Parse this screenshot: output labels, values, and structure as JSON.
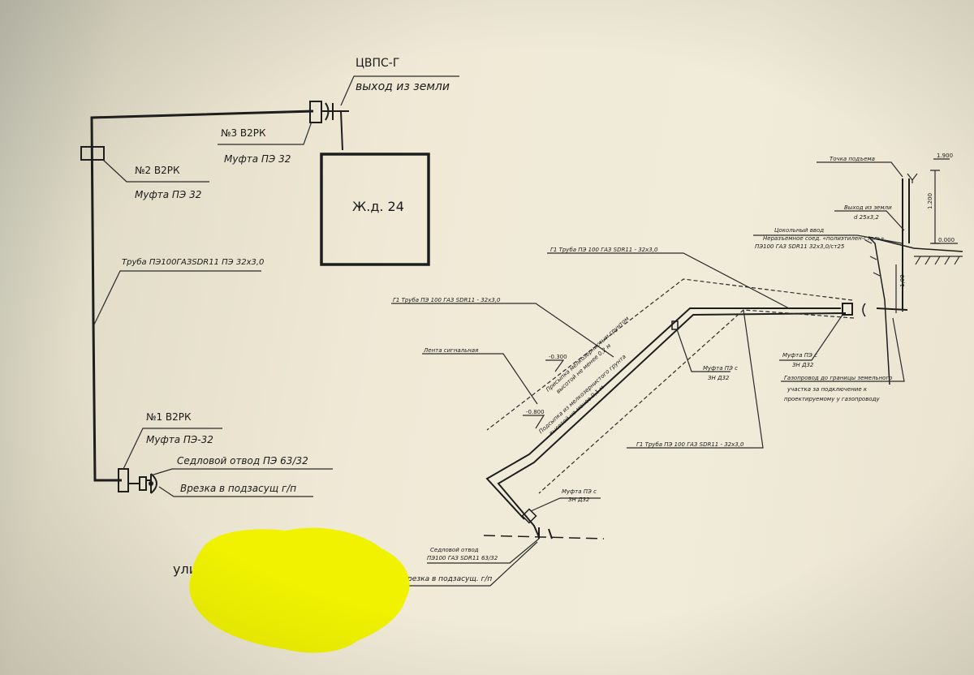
{
  "left_scheme": {
    "cvps_title": "ЦВПС-Г",
    "cvps_sub": "выход из земли",
    "joint3_title": "№3 В2РК",
    "joint3_sub": "Муфта ПЭ 32",
    "joint2_title": "№2 В2РК",
    "joint2_sub": "Муфта ПЭ 32",
    "house_label": "Ж.д. 24",
    "pipe_label": "Труба ПЭ100ГАЗSDR11 ПЭ 32х3,0",
    "joint1_title": "№1 В2РК",
    "joint1_sub": "Муфта ПЭ-32",
    "saddle_label": "Седловой отвод ПЭ 63/32",
    "tap_label": "Врезка в подзасущ г/п",
    "street_label": "ули"
  },
  "right_scheme": {
    "lift_point": "Точка подъема",
    "elev_top": "1.900",
    "ground_exit": "Выход из земли",
    "ground_exit_sub": "d 25х3,2",
    "insert_title": "Неразъемное соед. «полиэтилен-сталь»",
    "insert_sub": "ПЭ100 ГАЗ SDR11 32х3,0/ст25",
    "insert_head": "Цокольный ввод",
    "vdim": "1.200",
    "elev_ground": "0.000",
    "hdim": "1,00",
    "pipe1": "Г1 Труба ПЭ 100 ГАЗ SDR11 - 32х3,0",
    "pipe2": "Г1 Труба ПЭ 100 ГАЗ SDR11 - 32х3,0",
    "pipe3": "Г1 Труба ПЭ 100 ГАЗ SDR11 - 32х3,0",
    "signal_tape": "Лента сигнальная",
    "note1a": "Присыпка мелкозернистым грунтом",
    "note1b": "высотой не менее 0,2 м",
    "note2a": "Подсыпка из мелкозернистого грунта",
    "note2b": "высотой не менее 0,1 м",
    "depth1": "-0.300",
    "depth2": "-0.800",
    "coupling_a": "Муфта ПЭ с",
    "coupling_a_sub": "ЗН Д32",
    "coupling_b": "Муфта ПЭ с",
    "coupling_b_sub": "ЗН Д32",
    "coupling_c": "Муфта ПЭ с",
    "coupling_c_sub": "ЗН Д32",
    "pipeline_note1": "Газопровод до границы земельного",
    "pipeline_note2": "участка за подключение к",
    "pipeline_note3": "проектируемому у газопроводу",
    "saddle_title": "Седловой отвод",
    "saddle_sub": "ПЭ100 ГАЗ SDR11 63/32",
    "tap_label": "Врезка в подзасущ. г/п"
  },
  "colors": {
    "highlight": "#f0f200",
    "ink": "#1d1d1d"
  }
}
